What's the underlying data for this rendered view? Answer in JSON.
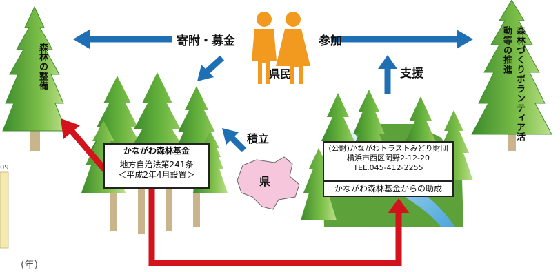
{
  "flows": {
    "donation": "寄附・募金",
    "participation": "参加",
    "support": "支援",
    "accumulate": "積立"
  },
  "citizens_label": "県民",
  "prefecture_label": "県",
  "left_forest_label": "森林の整備",
  "right_forest_label": "森林づくりボランティア活動等の推進",
  "fund_box": {
    "line1": "かながわ森林基金",
    "line2": "地方自治法第241条",
    "line3": "＜平成2年4月設置＞"
  },
  "trust_box": {
    "line1": "(公財)かながわトラストみどり財団",
    "line2": "横浜市西区岡野2-12-20",
    "line3": "TEL.045-412-2255"
  },
  "grant_box": "かながわ森林基金からの助成",
  "edge_left_digits": "09",
  "edge_bottom_text": "(年)",
  "colors": {
    "blue_arrow": "#1f6fb5",
    "red_arrow": "#d2131c",
    "tree_dark": "#3f8f2f",
    "tree_light": "#8cc63f",
    "trunk": "#c9b48c",
    "person": "#f29a1f",
    "prefecture_pink": "#f6c6dd"
  }
}
